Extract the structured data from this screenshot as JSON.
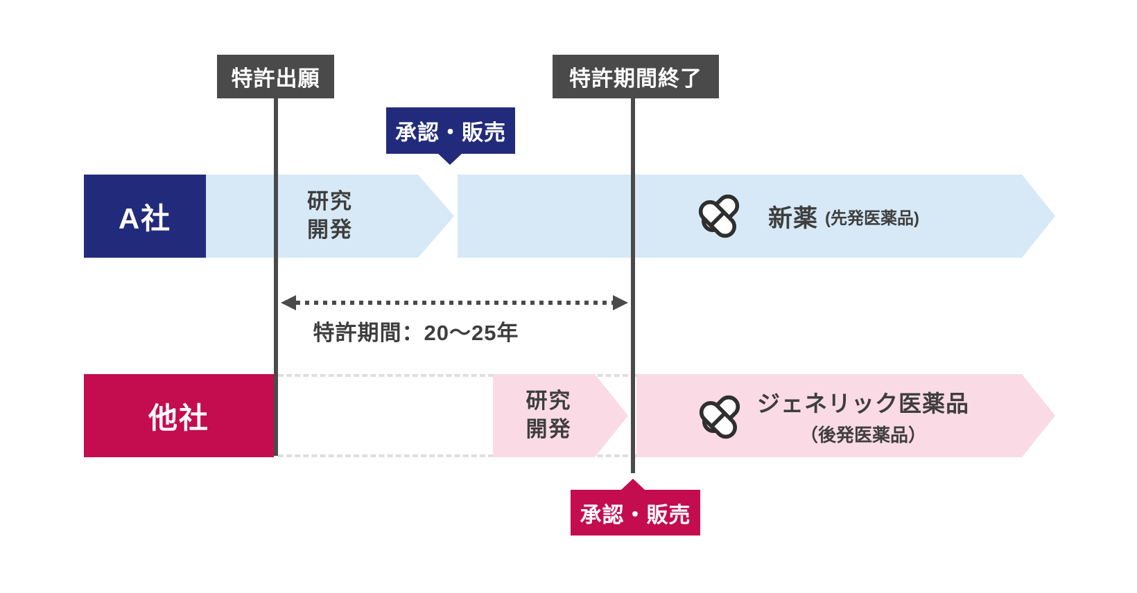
{
  "colors": {
    "navy": "#222b7b",
    "crimson": "#c30d4f",
    "light-blue": "#d7e9f7",
    "pink": "#fadbe5",
    "dark-gray": "#4a4a4a",
    "text-dark": "#3e3e3e",
    "dash-gray": "#dedede",
    "icon-stroke": "#2f2f2f"
  },
  "top_labels": {
    "patent_filing": "特許出願",
    "patent_expiration": "特許期間終了"
  },
  "approvals": {
    "new_drug": {
      "label": "承認・販売"
    },
    "generic": {
      "label": "承認・販売"
    }
  },
  "patent_period": {
    "label": "特許期間：20〜25年"
  },
  "rows": {
    "a": {
      "company": "A社",
      "phase_line1": "研究",
      "phase_line2": "開発",
      "product": "新薬",
      "product_note": "(先発医薬品)",
      "icon": "pills-icon"
    },
    "b": {
      "company": "他社",
      "phase_line1": "研究",
      "phase_line2": "開発",
      "product": "ジェネリック医薬品",
      "product_note": "（後発医薬品）",
      "icon": "pills-icon"
    }
  }
}
